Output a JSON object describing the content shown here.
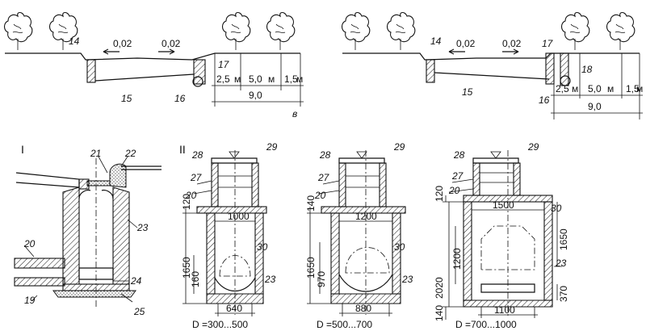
{
  "top_left": {
    "slope_left": "0,02",
    "slope_right": "0,02",
    "label_14": "14",
    "label_15": "15",
    "label_16": "16",
    "label_17": "17",
    "dim_a": "2,5",
    "dim_b": "5,0",
    "dim_c": "1,5",
    "unit": "м",
    "total": "9,0",
    "variant": "в"
  },
  "top_right": {
    "slope_left": "0,02",
    "slope_right": "0,02",
    "label_14": "14",
    "label_15": "15",
    "label_16": "16",
    "label_17": "17",
    "label_18": "18",
    "dim_a": "2,5",
    "dim_b": "5,0",
    "dim_c": "1,5",
    "unit": "м",
    "total": "9,0"
  },
  "section_I": {
    "roman": "I",
    "l19": "19",
    "l20": "20",
    "l21": "21",
    "l22": "22",
    "l23": "23",
    "l24": "24",
    "l25": "25"
  },
  "section_II": {
    "roman": "II",
    "wells": [
      {
        "l27": "27",
        "l28": "28",
        "l29": "29",
        "l20": "20",
        "l23": "23",
        "l30": "30",
        "top_thk": "120",
        "width": "1000",
        "height": "1650",
        "pipe_h": "160",
        "base_w": "640",
        "d_label": "D =300...500"
      },
      {
        "l27": "27",
        "l28": "28",
        "l29": "29",
        "l20": "20",
        "l23": "23",
        "l30": "30",
        "top_thk": "140",
        "width": "1200",
        "height": "1650",
        "pipe_h": "970",
        "base_w": "880",
        "d_label": "D =500...700"
      },
      {
        "l27": "27",
        "l28": "28",
        "l29": "29",
        "l20": "20",
        "l23": "23",
        "l30": "30",
        "top_thk": "120",
        "width": "1500",
        "height": "2020",
        "h_in": "1200",
        "h_right": "1650",
        "h_low": "370",
        "base_thk": "140",
        "base_w": "1100",
        "d_label": "D =700...1000"
      }
    ]
  }
}
